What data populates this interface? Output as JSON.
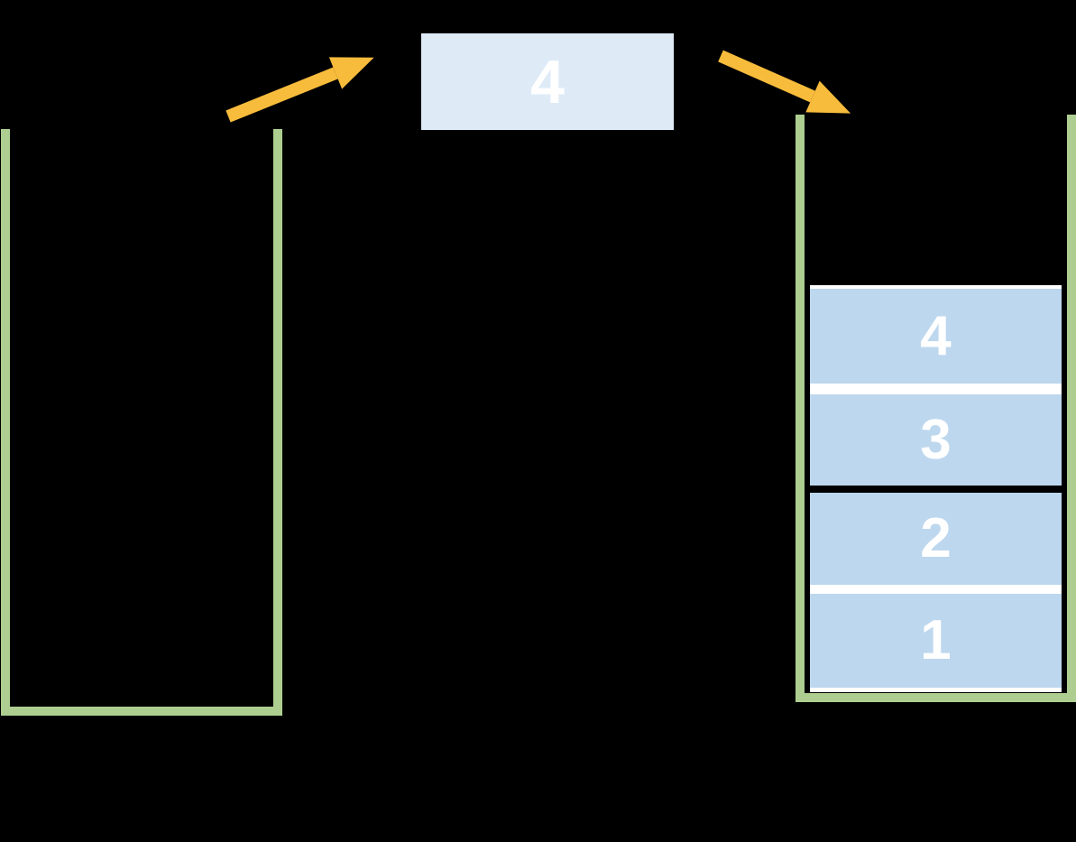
{
  "colors": {
    "background": "#000000",
    "container_green": "#ADCE90",
    "block_blue": "#BDD7EE",
    "floating_block_blue": "#DEEBF7",
    "arrow_gold": "#F8BC3C",
    "number_text": "#FFFFFF",
    "separator_white": "#FFFFFF"
  },
  "floating_item": {
    "value": "4"
  },
  "arrows": [
    {
      "id": "pop-arrow",
      "icon": "arrow-up-right-icon",
      "direction": "up-right"
    },
    {
      "id": "push-arrow",
      "icon": "arrow-down-right-icon",
      "direction": "down-right"
    }
  ],
  "left_stack": {
    "items": []
  },
  "right_stack": {
    "items": [
      "4",
      "3",
      "2",
      "1"
    ]
  }
}
